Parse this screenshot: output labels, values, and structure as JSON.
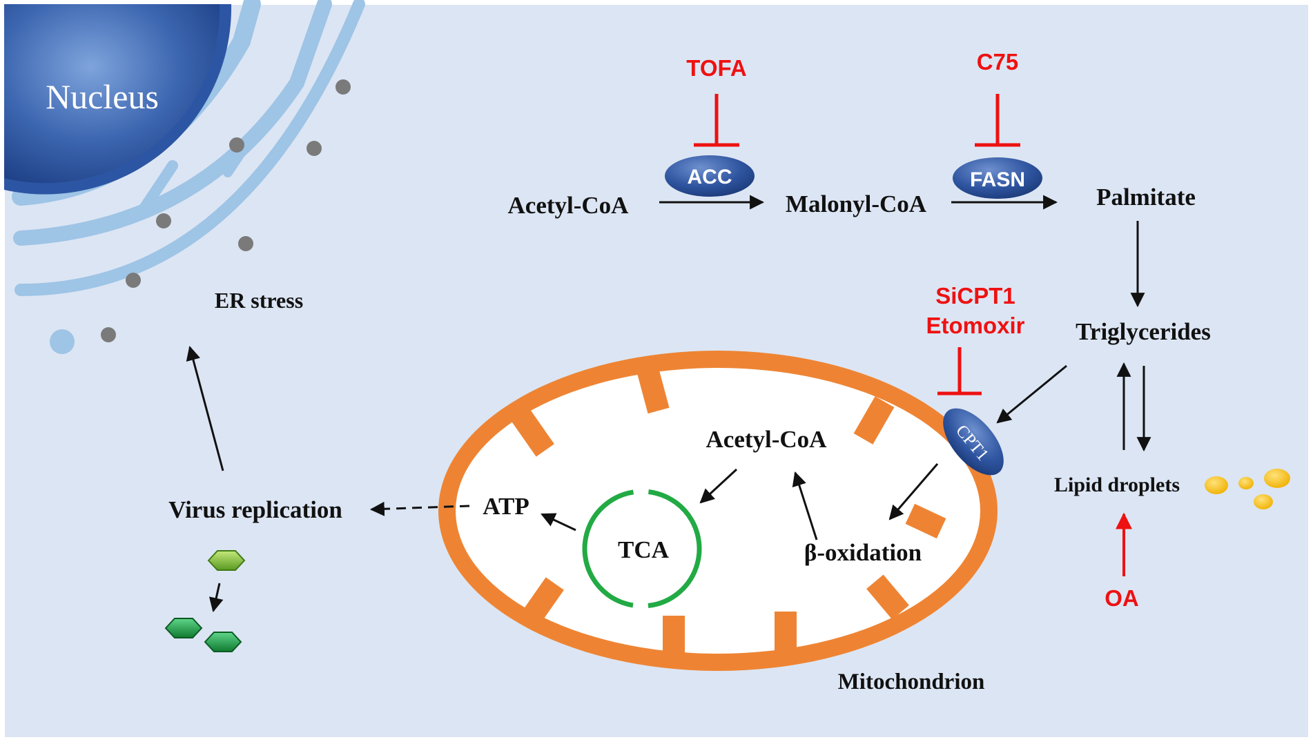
{
  "labels": {
    "nucleus": "Nucleus",
    "er_stress": "ER stress",
    "acetyl_coa_cyto": "Acetyl-CoA",
    "malonyl_coa": "Malonyl-CoA",
    "palmitate": "Palmitate",
    "triglycerides": "Triglycerides",
    "lipid_droplets": "Lipid droplets",
    "acetyl_coa_mito": "Acetyl-CoA",
    "atp": "ATP",
    "tca": "TCA",
    "beta_oxidation": "β-oxidation",
    "virus_replication": "Virus replication",
    "mitochondrion": "Mitochondrion"
  },
  "enzymes": {
    "acc": "ACC",
    "fasn": "FASN",
    "cpt1": "CPT1"
  },
  "inhibitors": {
    "tofa": "TOFA",
    "c75": "C75",
    "sicpt1": "SiCPT1",
    "etomoxir": "Etomoxir",
    "oa": "OA"
  },
  "colors": {
    "background": "#dce5f3",
    "mitochondrion_membrane": "#ee8433",
    "inhibitor": "#ee1111",
    "enzyme_fill": "#2f55a0",
    "tca_ring": "#22aa44",
    "lipid_droplet": "#f5bb10",
    "virus": "#1a9a40",
    "er_membrane": "#9ec4e6"
  }
}
